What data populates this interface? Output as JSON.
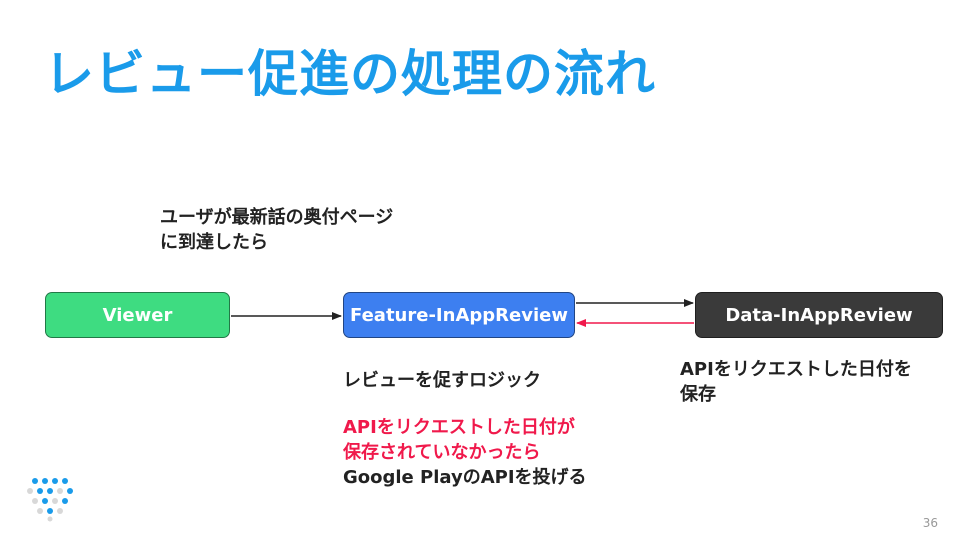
{
  "slide": {
    "title": "レビュー促進の処理の流れ",
    "page_number": "36"
  },
  "diagram": {
    "nodes": {
      "viewer": {
        "label": "Viewer"
      },
      "feature": {
        "label": "Feature-InAppReview"
      },
      "data": {
        "label": "Data-InAppReview"
      }
    },
    "edges": [
      {
        "from": "viewer",
        "to": "feature",
        "color": "#222222"
      },
      {
        "from": "feature",
        "to": "data",
        "color": "#222222"
      },
      {
        "from": "data",
        "to": "feature",
        "color": "#f0194b"
      }
    ],
    "notes": {
      "trigger": {
        "line1": "ユーザが最新話の奥付ページ",
        "line2": "に到達したら"
      },
      "logic": "レビューを促すロジック",
      "condition": {
        "line1": "APIをリクエストした日付が",
        "line2": "保存されていなかったら",
        "line3": "Google PlayのAPIを投げる"
      },
      "data": {
        "line1": "APIをリクエストした日付を",
        "line2": "保存"
      }
    }
  },
  "colors": {
    "title": "#1a9bea",
    "viewer": "#3edc81",
    "feature": "#3d7ff0",
    "data": "#3a3a3a",
    "highlight": "#f0194b"
  }
}
